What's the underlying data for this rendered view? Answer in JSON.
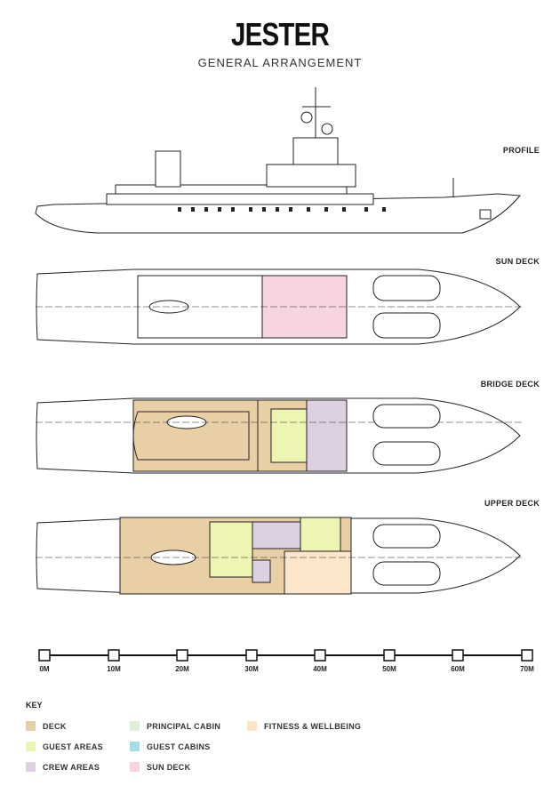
{
  "header": {
    "title": "JESTER",
    "subtitle": "GENERAL ARRANGEMENT"
  },
  "decks": [
    {
      "id": "profile",
      "label": "PROFILE"
    },
    {
      "id": "sun",
      "label": "SUN DECK"
    },
    {
      "id": "bridge",
      "label": "BRIDGE DECK"
    },
    {
      "id": "upper",
      "label": "UPPER DECK"
    }
  ],
  "scale": {
    "ticks": [
      "0M",
      "10M",
      "20M",
      "30M",
      "40M",
      "50M",
      "60M",
      "70M"
    ]
  },
  "key": {
    "title": "KEY",
    "items": [
      {
        "label": "DECK",
        "color": "#e9cfa6"
      },
      {
        "label": "GUEST AREAS",
        "color": "#eef4b2"
      },
      {
        "label": "CREW AREAS",
        "color": "#ddd0e3"
      },
      {
        "label": "PRINCIPAL CABIN",
        "color": "#e0f0da"
      },
      {
        "label": "GUEST CABINS",
        "color": "#a9dce2"
      },
      {
        "label": "SUN DECK",
        "color": "#f6d5e0"
      },
      {
        "label": "FITNESS & WELLBEING",
        "color": "#fbe5cb"
      }
    ]
  }
}
